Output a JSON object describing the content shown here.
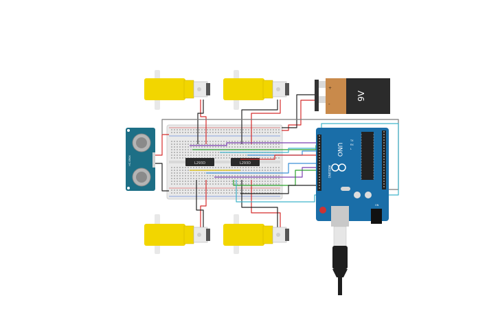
{
  "battery": {
    "voltage_label": "9V",
    "plus": "+",
    "minus": "-"
  },
  "ic_left": {
    "label": "L293D"
  },
  "ic_right": {
    "label": "L293D"
  },
  "arduino": {
    "model_label": "UNO",
    "brand_label": "ARDUINO",
    "tx_label": "TX",
    "rx_label": "RX",
    "on_label": "ON",
    "l_label": "L"
  },
  "sensor": {
    "model_label": "HC-SR04"
  },
  "colors": {
    "motor_yellow": "#f2d600",
    "battery_orange": "#c98a4b",
    "battery_dark": "#2b2b2b",
    "arduino_blue": "#1a6ea8",
    "sensor_teal": "#1d6f86",
    "wire_red": "#d42a2a",
    "wire_black": "#222222",
    "wire_green": "#2aa02a",
    "wire_blue": "#3a8fd6",
    "wire_purple": "#7a3fb0",
    "wire_cyan": "#3fb3c9",
    "wire_gray": "#7a7a7a"
  }
}
